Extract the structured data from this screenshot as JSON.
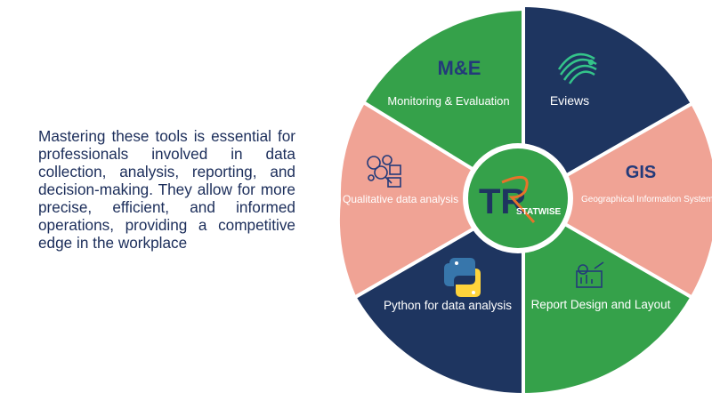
{
  "intro": {
    "text": "Mastering these tools is essential for professionals involved in data collection, analysis, reporting, and decision-making. They allow for more precise, efficient, and informed operations, providing a competitive edge in the workplace"
  },
  "colors": {
    "navy": "#1e3560",
    "green": "#35a14a",
    "salmon": "#f0a395",
    "accent_orange": "#e8732a",
    "white": "#ffffff"
  },
  "wheel": {
    "segments": [
      {
        "id": "me",
        "label": "Monitoring & Evaluation",
        "icon_text": "M&E",
        "color": "green",
        "icon": "m-and-e-logo"
      },
      {
        "id": "eviews",
        "label": "Eviews",
        "color": "navy",
        "icon": "eviews-eagle-logo"
      },
      {
        "id": "gis",
        "label": "Geographical Information System",
        "icon_text": "GIS",
        "color": "salmon",
        "icon": "gis-logo"
      },
      {
        "id": "report",
        "label": "Report Design and Layout",
        "color": "green",
        "icon": "report-chart-icon"
      },
      {
        "id": "python",
        "label": "Python for data analysis",
        "color": "navy",
        "icon": "python-logo"
      },
      {
        "id": "qual",
        "label": "Qualitative data analysis",
        "color": "salmon",
        "icon": "qualitative-analysis-icon"
      }
    ],
    "center": {
      "logo_text": "TR",
      "brand": "STATWISE"
    }
  }
}
